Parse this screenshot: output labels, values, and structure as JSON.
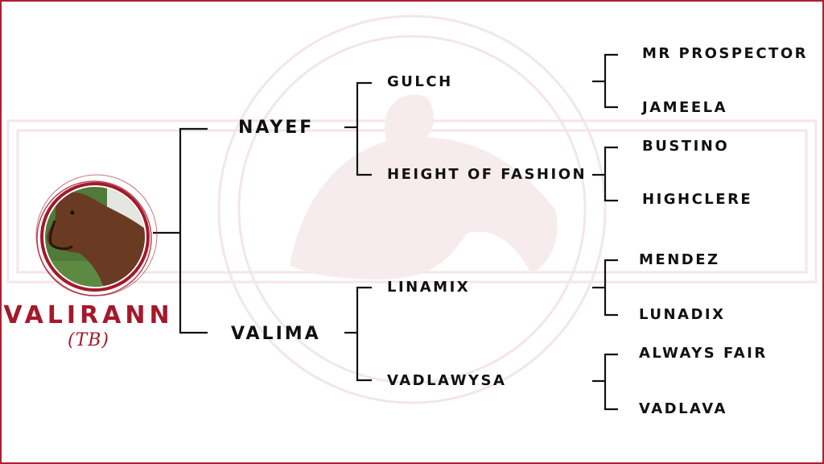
{
  "colors": {
    "accent": "#a3192b",
    "frame": "#b01e2f",
    "text": "#111111"
  },
  "subject": {
    "name": "VALIRANN",
    "breed": "(TB)",
    "photo_icon": "horse-portrait-icon"
  },
  "sire": {
    "name": "NAYEF",
    "sire": {
      "name": "GULCH",
      "sire": "MR PROSPECTOR",
      "dam": "JAMEELA"
    },
    "dam": {
      "name": "HEIGHT OF FASHION",
      "sire": "BUSTINO",
      "dam": "HIGHCLERE"
    }
  },
  "dam": {
    "name": "VALIMA",
    "sire": {
      "name": "LINAMIX",
      "sire": "MENDEZ",
      "dam": "LUNADIX"
    },
    "dam": {
      "name": "VADLAWYSA",
      "sire": "ALWAYS FAIR",
      "dam": "VADLAVA"
    }
  }
}
